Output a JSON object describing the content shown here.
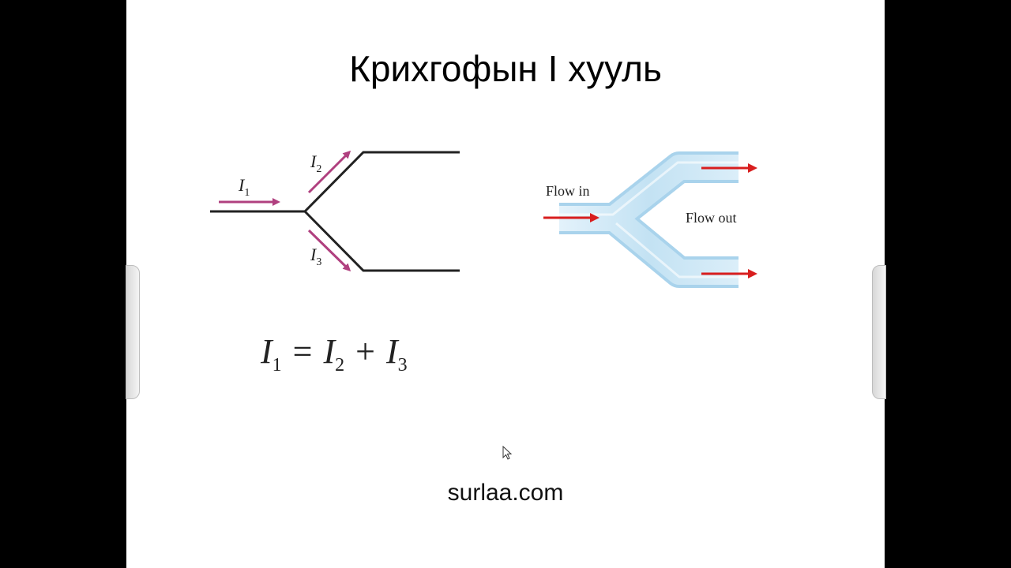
{
  "slide": {
    "title": "Крихгофын I хууль",
    "footer": "surlaa.com"
  },
  "circuit": {
    "i1": "I",
    "i1_sub": "1",
    "i2": "I",
    "i2_sub": "2",
    "i3": "I",
    "i3_sub": "3"
  },
  "equation": {
    "lhs": "I",
    "lhs_sub": "1",
    "eq": "=",
    "t1": "I",
    "t1_sub": "2",
    "plus": "+",
    "t2": "I",
    "t2_sub": "3"
  },
  "flow": {
    "in_label": "Flow in",
    "out_label": "Flow out"
  },
  "colors": {
    "current_arrow": "#b0407f",
    "flow_arrow": "#d81e1e",
    "pipe": "#bfe0f2"
  }
}
